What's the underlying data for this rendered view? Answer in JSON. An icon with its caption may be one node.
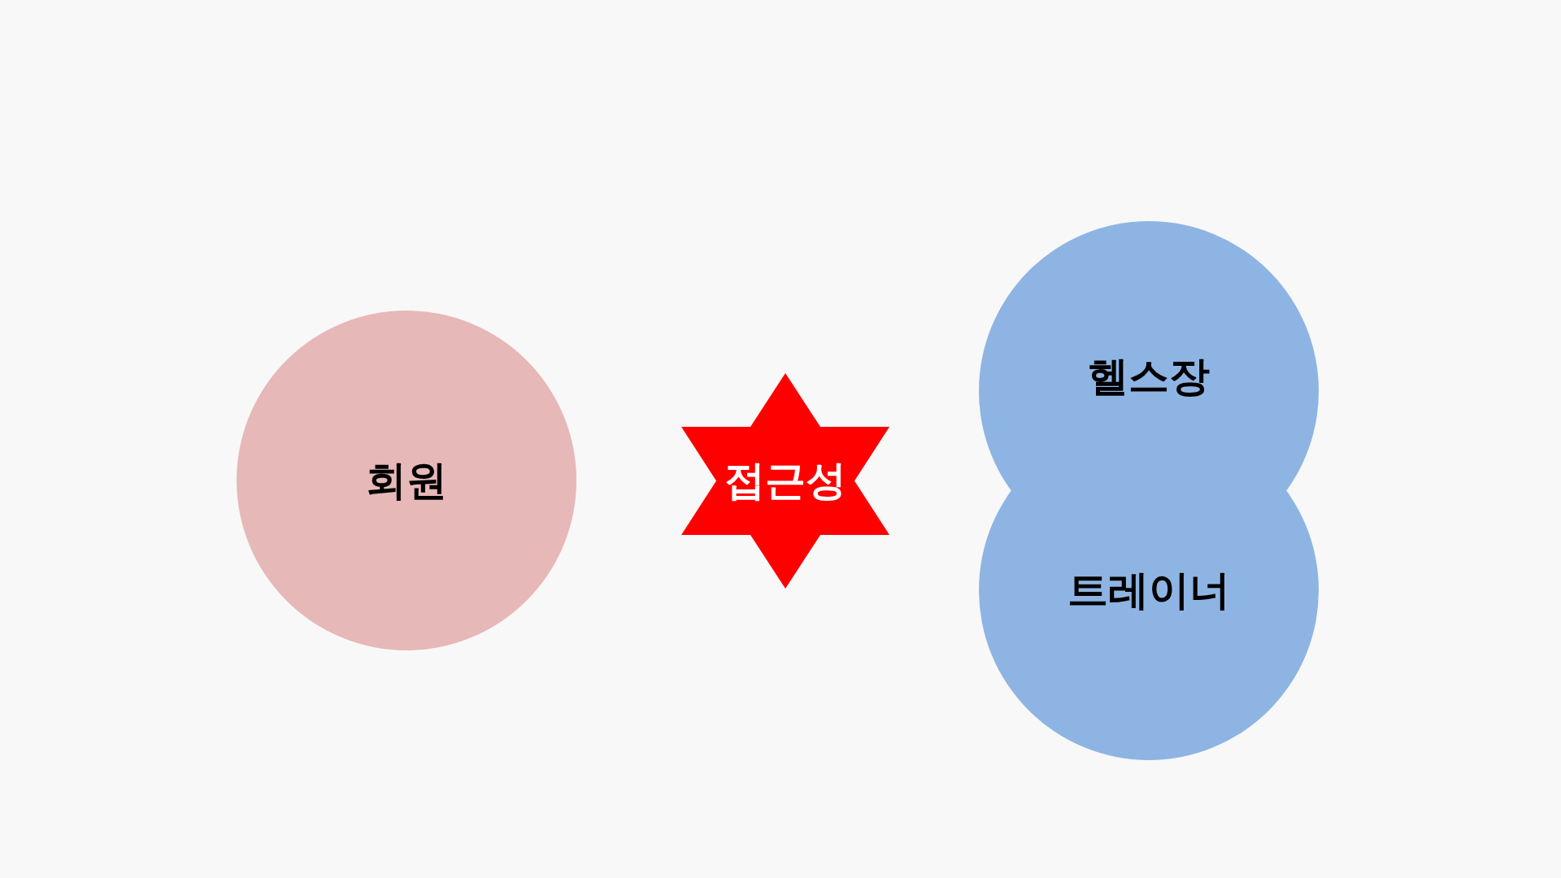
{
  "diagram": {
    "nodes": [
      {
        "text": [
          "회원"
        ]
      },
      {
        "text": [
          "접근성"
        ]
      },
      {
        "text": [
          "헬스장"
        ]
      },
      {
        "text": [
          "트레이너"
        ]
      }
    ]
  }
}
